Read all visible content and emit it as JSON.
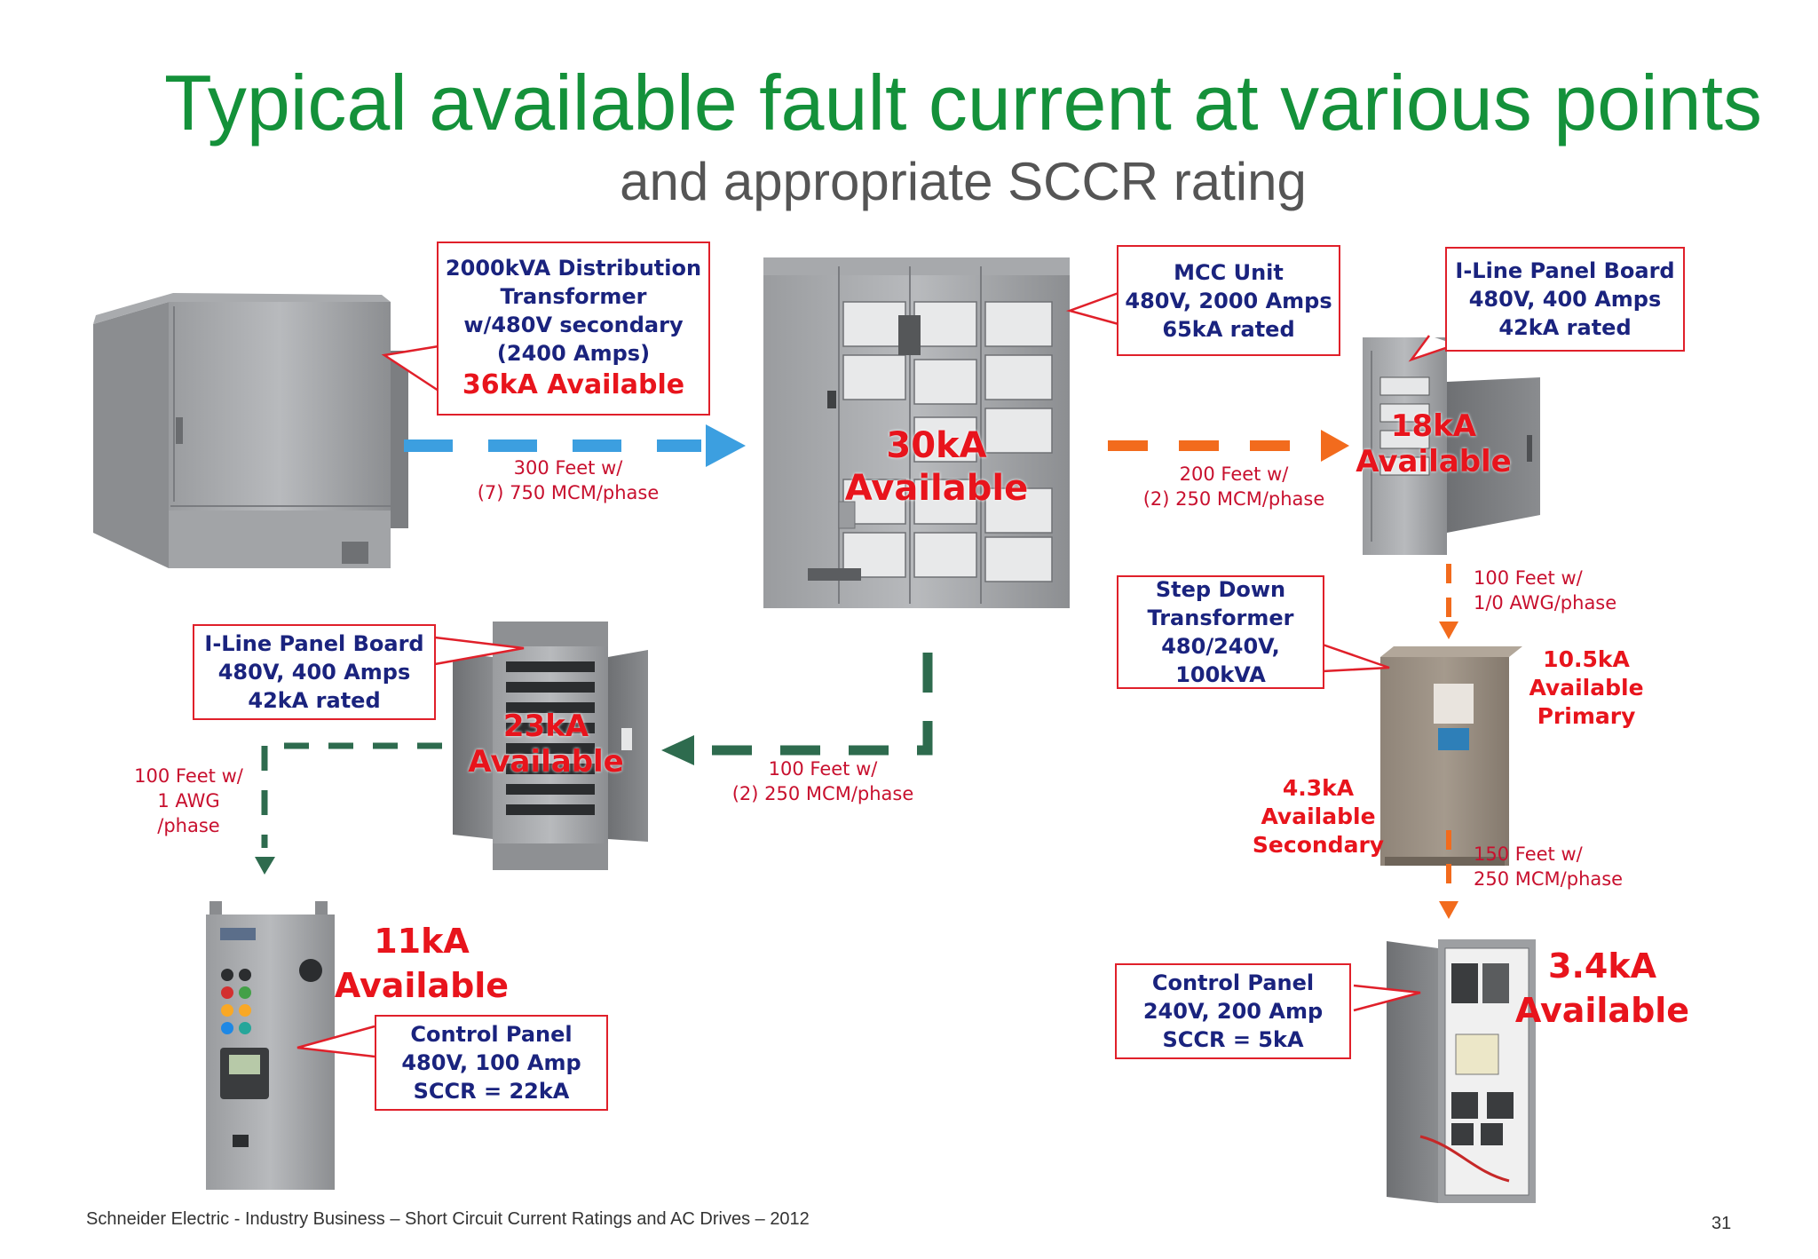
{
  "title": "Typical available fault current at various points",
  "subtitle": "and appropriate SCCR rating",
  "callouts": {
    "transformer": [
      "2000kVA Distribution",
      "Transformer",
      "w/480V secondary",
      "(2400 Amps)"
    ],
    "transformer_available": "36kA Available",
    "mcc": [
      "MCC Unit",
      "480V, 2000 Amps",
      "65kA rated"
    ],
    "iline_top": [
      "I-Line Panel Board",
      "480V, 400 Amps",
      "42kA rated"
    ],
    "iline_left": [
      "I-Line Panel Board",
      "480V, 400 Amps",
      "42kA rated"
    ],
    "stepdown": [
      "Step Down",
      "Transformer",
      "480/240V,",
      "100kVA"
    ],
    "control_480": [
      "Control Panel",
      "480V, 100 Amp",
      "SCCR = 22kA"
    ],
    "control_240": [
      "Control Panel",
      "240V, 200 Amp",
      "SCCR = 5kA"
    ]
  },
  "available": {
    "mcc": "30kA Available",
    "iline_top": [
      "18kA",
      "Available"
    ],
    "iline_left": [
      "23kA",
      "Available"
    ],
    "control_480": [
      "11kA",
      "Available"
    ],
    "stepdown_primary": [
      "10.5kA",
      "Available",
      "Primary"
    ],
    "stepdown_secondary": [
      "4.3kA",
      "Available",
      "Secondary"
    ],
    "control_240": [
      "3.4kA",
      "Available"
    ]
  },
  "wires": {
    "xfmr_to_mcc": [
      "300 Feet  w/",
      "(7) 750 MCM/phase"
    ],
    "mcc_to_iline_top": [
      "200 Feet  w/",
      "(2) 250 MCM/phase"
    ],
    "mcc_to_iline_left": [
      "100 Feet  w/",
      "(2) 250 MCM/phase"
    ],
    "iline_left_to_control": [
      "100 Feet  w/",
      "1 AWG",
      "/phase"
    ],
    "iline_top_to_stepdown": [
      "100 Feet  w/",
      "1/0 AWG/phase"
    ],
    "stepdown_to_control": [
      "150 Feet  w/",
      "250 MCM/phase"
    ]
  },
  "colors": {
    "title": "#14913a",
    "arrow_blue": "#3c9fe0",
    "arrow_orange": "#f26b1d",
    "arrow_green": "#2e6b4e",
    "callout_border": "#e0202a",
    "callout_text": "#1a237e"
  },
  "footer": "Schneider Electric - Industry Business – Short Circuit Current Ratings and AC Drives – 2012",
  "page_number": "31"
}
